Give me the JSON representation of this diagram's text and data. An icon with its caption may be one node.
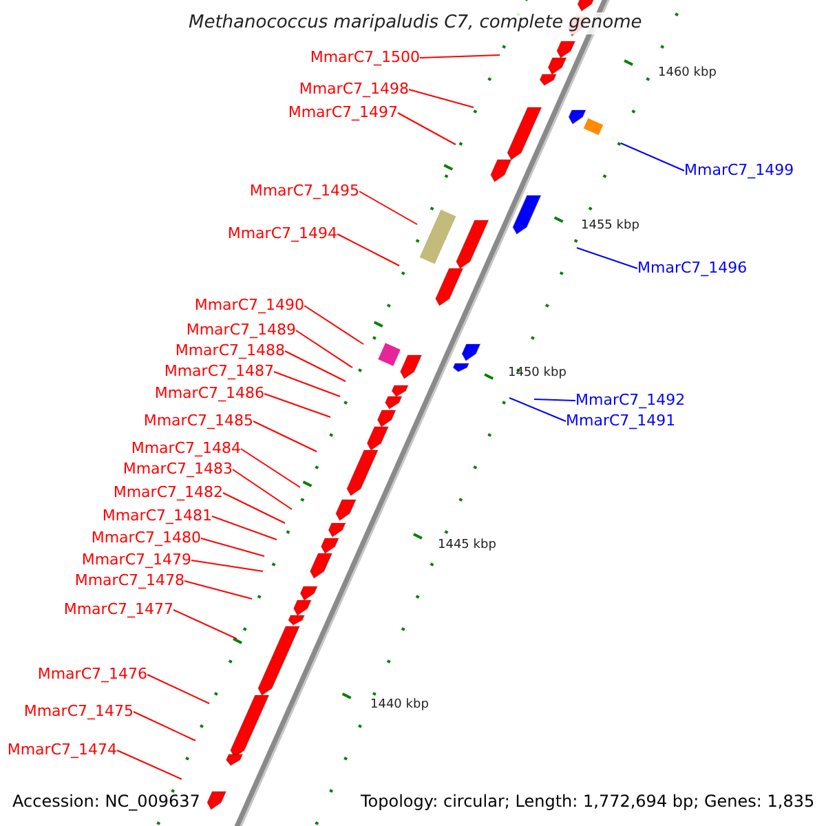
{
  "diagram": {
    "title": "Methanococcus maripaludis C7, complete genome",
    "nodes": [
      {
        "text": [
          "MmarC7_1500"
        ]
      },
      {
        "text": [
          "MmarC7_1498"
        ]
      },
      {
        "text": [
          "MmarC7_1497"
        ]
      },
      {
        "text": [
          "MmarC7_1499"
        ]
      },
      {
        "text": [
          "MmarC7_1495"
        ]
      },
      {
        "text": [
          "MmarC7_1494"
        ]
      },
      {
        "text": [
          "MmarC7_1496"
        ]
      },
      {
        "text": [
          "MmarC7_1490"
        ]
      },
      {
        "text": [
          "MmarC7_1489"
        ]
      },
      {
        "text": [
          "MmarC7_1488"
        ]
      },
      {
        "text": [
          "MmarC7_1487"
        ]
      },
      {
        "text": [
          "MmarC7_1486"
        ]
      },
      {
        "text": [
          "MmarC7_1492"
        ]
      },
      {
        "text": [
          "MmarC7_1485"
        ]
      },
      {
        "text": [
          "MmarC7_1491"
        ]
      },
      {
        "text": [
          "MmarC7_1484"
        ]
      },
      {
        "text": [
          "MmarC7_1483"
        ]
      },
      {
        "text": [
          "MmarC7_1482"
        ]
      },
      {
        "text": [
          "MmarC7_1481"
        ]
      },
      {
        "text": [
          "MmarC7_1480"
        ]
      },
      {
        "text": [
          "MmarC7_1479"
        ]
      },
      {
        "text": [
          "MmarC7_1478"
        ]
      },
      {
        "text": [
          "MmarC7_1477"
        ]
      },
      {
        "text": [
          "MmarC7_1476"
        ]
      },
      {
        "text": [
          "MmarC7_1475"
        ]
      },
      {
        "text": [
          "MmarC7_1474"
        ]
      }
    ],
    "edges": [
      {
        "from": 0,
        "to": null,
        "arrow": "none"
      },
      {
        "from": 1,
        "to": null,
        "arrow": "none"
      },
      {
        "from": 2,
        "to": null,
        "arrow": "none"
      },
      {
        "from": 3,
        "to": null,
        "arrow": "none",
        "color": "#0000ff"
      },
      {
        "from": 4,
        "to": null,
        "arrow": "none"
      },
      {
        "from": 5,
        "to": null,
        "arrow": "none"
      },
      {
        "from": 6,
        "to": null,
        "arrow": "none",
        "color": "#0000ff"
      },
      {
        "from": 7,
        "to": null,
        "arrow": "none"
      },
      {
        "from": 8,
        "to": null,
        "arrow": "none"
      },
      {
        "from": 9,
        "to": null,
        "arrow": "none"
      },
      {
        "from": 10,
        "to": null,
        "arrow": "none"
      },
      {
        "from": 11,
        "to": null,
        "arrow": "none"
      },
      {
        "from": 12,
        "to": null,
        "arrow": "none",
        "color": "#0000ff"
      },
      {
        "from": 13,
        "to": null,
        "arrow": "none"
      },
      {
        "from": 14,
        "to": null,
        "arrow": "none",
        "color": "#0000ff"
      },
      {
        "from": 15,
        "to": null,
        "arrow": "none"
      },
      {
        "from": 16,
        "to": null,
        "arrow": "none"
      },
      {
        "from": 17,
        "to": null,
        "arrow": "none"
      },
      {
        "from": 18,
        "to": null,
        "arrow": "none"
      },
      {
        "from": 19,
        "to": null,
        "arrow": "none"
      },
      {
        "from": 20,
        "to": null,
        "arrow": "none"
      },
      {
        "from": 21,
        "to": null,
        "arrow": "none"
      },
      {
        "from": 22,
        "to": null,
        "arrow": "none"
      },
      {
        "from": 23,
        "to": null,
        "arrow": "none"
      },
      {
        "from": 24,
        "to": null,
        "arrow": "none"
      },
      {
        "from": 25,
        "to": null,
        "arrow": "none"
      }
    ],
    "labels": [
      "1460 kbp",
      "1455 kbp",
      "1450 kbp",
      "1445 kbp",
      "1440 kbp",
      "Accession: NC_009637",
      "Topology: circular; Length: 1,772,694 bp; Genes: 1,835"
    ]
  }
}
